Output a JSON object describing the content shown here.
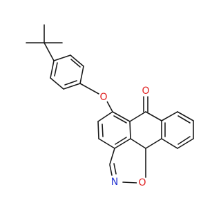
{
  "molecule": {
    "atoms": [
      {
        "id": "O_ether",
        "label": "O",
        "color": "#e02020"
      },
      {
        "id": "O_carbonyl",
        "label": "O",
        "color": "#e02020"
      },
      {
        "id": "N_ring",
        "label": "N",
        "color": "#2030d0"
      },
      {
        "id": "O_ring",
        "label": "O",
        "color": "#e02020"
      }
    ]
  }
}
